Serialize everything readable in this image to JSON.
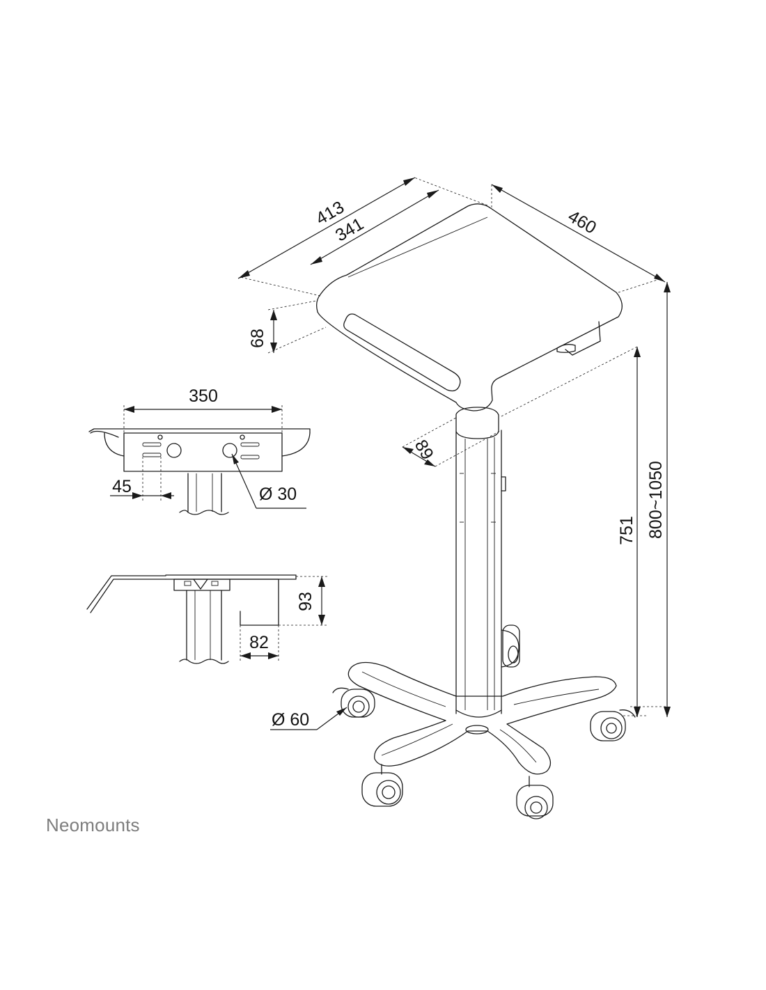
{
  "brand": {
    "name": "Neomounts"
  },
  "dimensions": {
    "top_depth_outer": "413",
    "top_depth_inner": "341",
    "top_width": "460",
    "top_edge_height": "68",
    "column_offset": "89",
    "height_fixed": "751",
    "height_range": "800~1050",
    "bracket_width": "350",
    "bracket_offset": "45",
    "hole_diameter": "Ø 30",
    "bracket_height": "93",
    "bracket_depth": "82",
    "caster_diameter": "Ø 60"
  },
  "colors": {
    "line": "#1a1a1a",
    "brand_text": "#7d7d7d",
    "background": "#ffffff"
  }
}
